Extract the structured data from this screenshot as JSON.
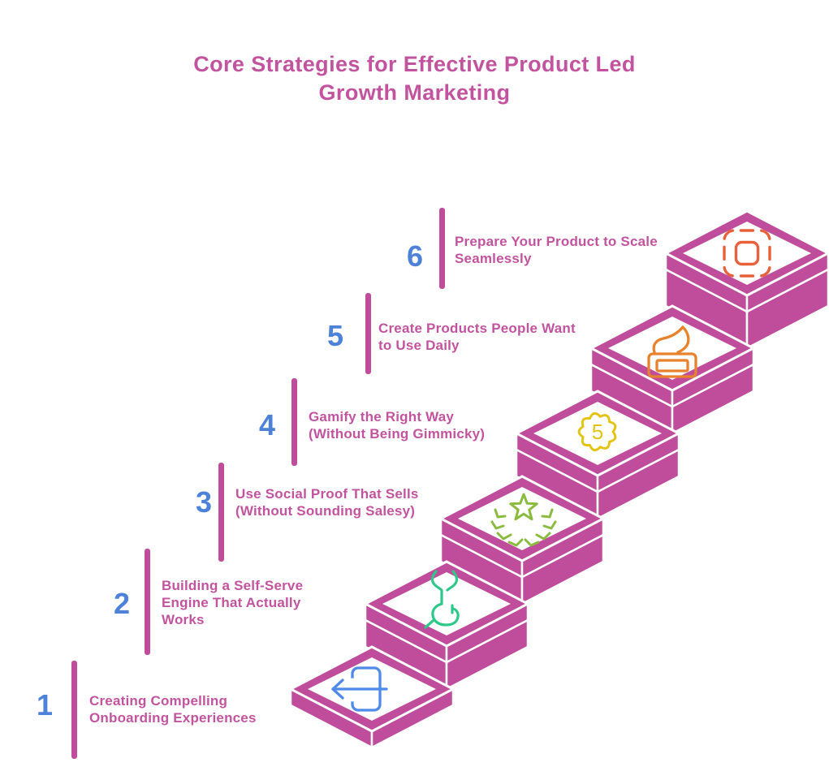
{
  "title": "Core Strategies for Effective Product Led\nGrowth Marketing",
  "colors": {
    "background": "#FFFFFF",
    "stair_pink": "#BF4D9C",
    "text_pink": "#C2549F",
    "number_blue": "#4E82D8"
  },
  "steps": [
    {
      "number": "1",
      "label": "Creating Compelling\nOnboarding Experiences",
      "icon": "login-arrow-icon",
      "icon_color": "#4E8AE8"
    },
    {
      "number": "2",
      "label": "Building a Self-Serve\nEngine That Actually\nWorks",
      "icon": "hand-holding-wrench-icon",
      "icon_color": "#2EC98A"
    },
    {
      "number": "3",
      "label": "Use Social Proof That Sells\n(Without Sounding Salesy)",
      "icon": "star-laurel-icon",
      "icon_color": "#8ABB3F"
    },
    {
      "number": "4",
      "label": "Gamify the Right Way\n(Without Being Gimmicky)",
      "icon": "badge-icon",
      "icon_color": "#E3C414",
      "badge_text": "5"
    },
    {
      "number": "5",
      "label": "Create Products People Want\nto Use Daily",
      "icon": "cream-jar-icon",
      "icon_color": "#E8822D"
    },
    {
      "number": "6",
      "label": "Prepare Your Product to Scale\nSeamlessly",
      "icon": "scale-frame-icon",
      "icon_color": "#E9603C"
    }
  ]
}
